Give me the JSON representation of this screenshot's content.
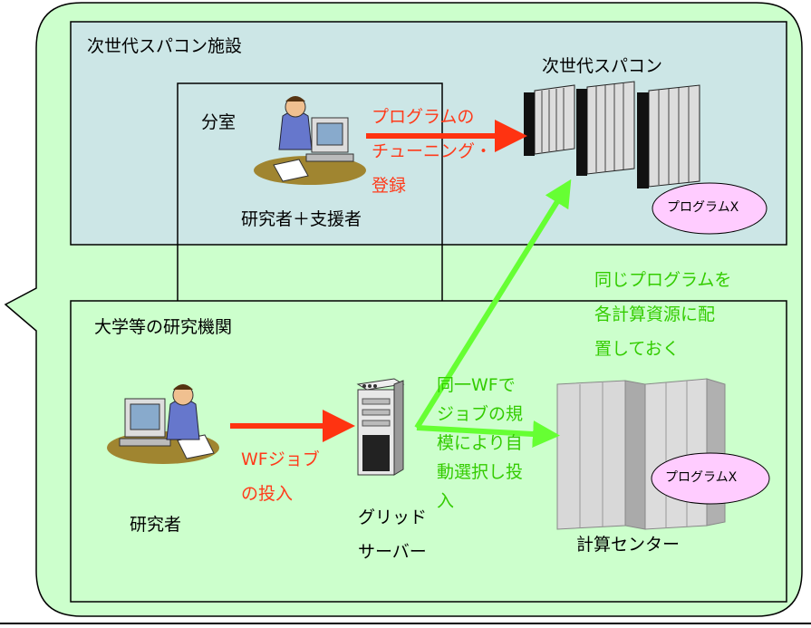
{
  "facility": {
    "title": "次世代スパコン施設",
    "supercomputer_label": "次世代スパコン",
    "branch_label": "分室",
    "researcher_support_label": "研究者＋支援者",
    "tuning_text": [
      "プログラムの",
      "チューニング・",
      "登録"
    ],
    "program_label": "プログラムX"
  },
  "university": {
    "title": "大学等の研究機関",
    "researcher_label": "研究者",
    "submit_text": [
      "WFジョブ",
      "の投入"
    ],
    "grid_server_label": [
      "グリッド",
      "サーバー"
    ],
    "auto_select_text": [
      "同一WFで",
      "ジョブの規",
      "模により自",
      "動選択し投",
      "入"
    ],
    "computing_center_label": "計算センター",
    "program_label": "プログラムX"
  },
  "note": {
    "text": [
      "同じプログラムを",
      "各計算資源に配",
      "置しておく"
    ]
  },
  "colors": {
    "outer_bg": "#ccffcc",
    "facility_bg": "#cce6e6",
    "oval_fill": "#ffccff",
    "red_arrow": "#ff3311",
    "green_arrow": "#66ff33",
    "text_red": "#ff3a1a",
    "text_green": "#33cc00"
  }
}
